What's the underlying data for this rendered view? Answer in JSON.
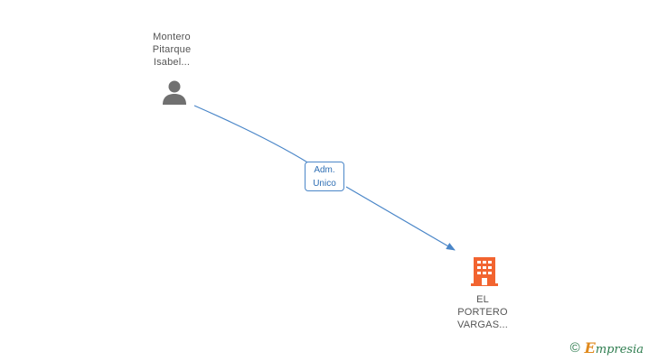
{
  "nodes": {
    "person": {
      "label_lines": [
        "Montero",
        "Pitarque",
        "Isabel..."
      ],
      "icon": "person-icon",
      "color": "#707070"
    },
    "company": {
      "label_lines": [
        "EL",
        "PORTERO",
        "VARGAS..."
      ],
      "icon": "building-icon",
      "color": "#f26430"
    }
  },
  "edge": {
    "role_lines": [
      "Adm.",
      "Unico"
    ],
    "color": "#4a86c8"
  },
  "footer": {
    "copyright_symbol": "©",
    "brand_initial": "E",
    "brand_rest": "mpresia"
  }
}
